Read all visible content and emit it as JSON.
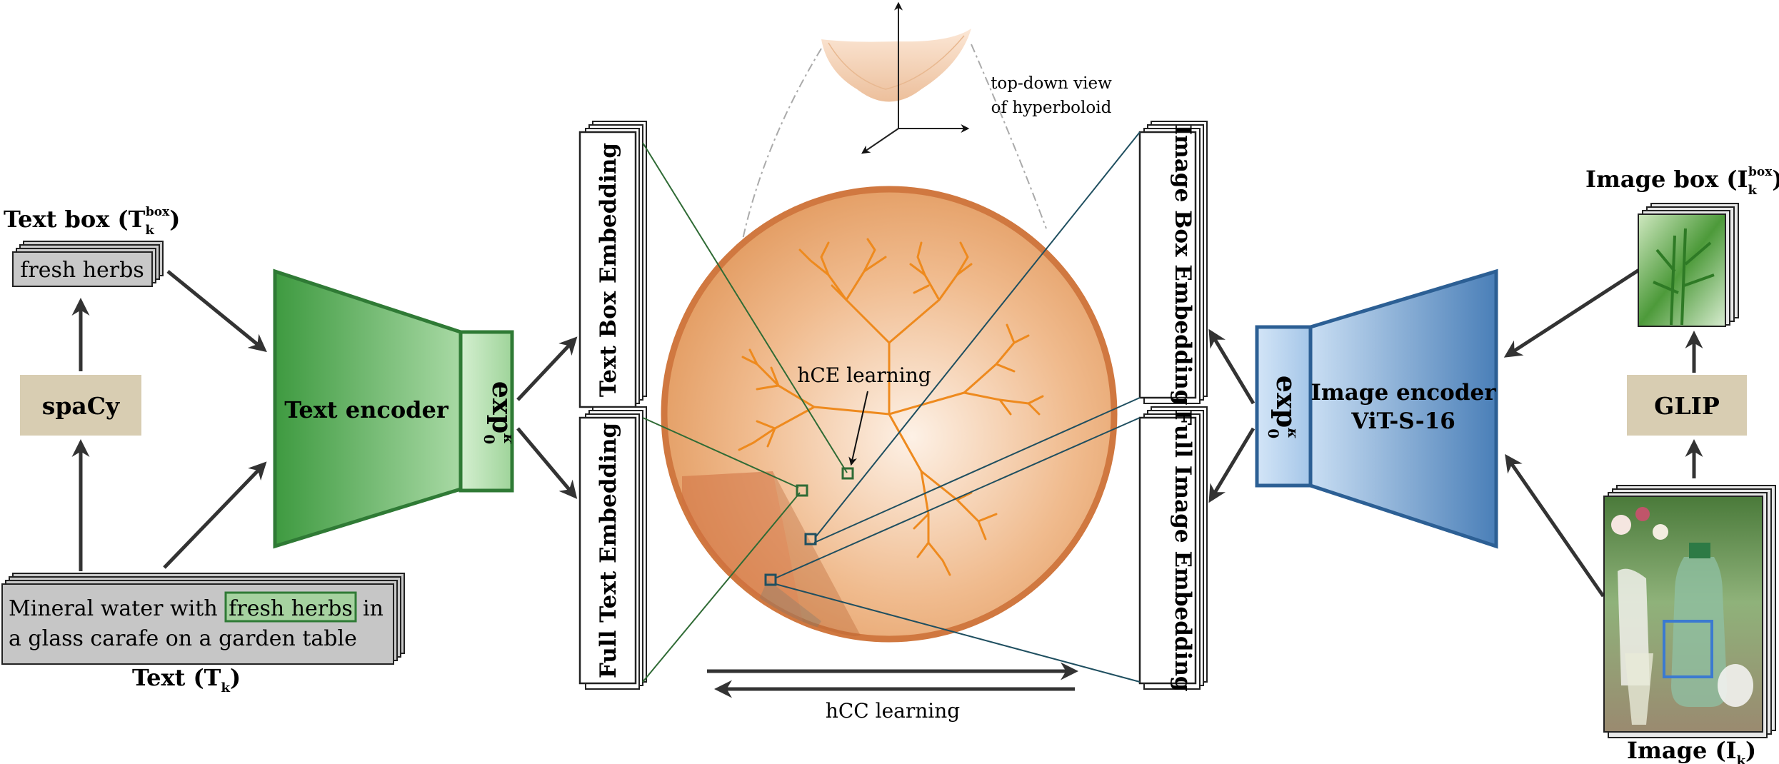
{
  "text_branch": {
    "text_box_title": "Text box (T",
    "text_box_title_sub": "k",
    "text_box_title_sup": "box",
    "text_box_title_close": ")",
    "text_box_value": "fresh herbs",
    "parser_label": "spaCy",
    "caption_line1_a": "Mineral water with",
    "caption_highlight": "fresh herbs",
    "caption_line1_b": "in",
    "caption_line2": "a glass carafe on a garden table",
    "text_label": "Text (T",
    "text_label_sub": "k",
    "text_label_close": ")",
    "encoder_label": "Text encoder",
    "exp_label": "exp",
    "exp_sup": "κ",
    "exp_sub": "0"
  },
  "embeddings": {
    "text_box": "Text Box Embedding",
    "full_text": "Full Text Embedding",
    "image_box": "Image Box Embedding",
    "full_image": "Full Image Embedding"
  },
  "center": {
    "hce_label": "hCE learning",
    "hcc_label": "hCC learning",
    "hyperboloid_line1": "top-down view",
    "hyperboloid_line2": "of hyperboloid"
  },
  "image_branch": {
    "image_box_title": "Image box (I",
    "image_box_title_sub": "k",
    "image_box_title_sup": "box",
    "image_box_title_close": ")",
    "detector_label": "GLIP",
    "image_label": "Image (I",
    "image_label_sub": "k",
    "image_label_close": ")",
    "encoder_line1": "Image encoder",
    "encoder_line2": "ViT-S-16",
    "exp_label": "exp",
    "exp_sup": "κ",
    "exp_sub": "0"
  },
  "colors": {
    "text_green": "#3f9a3f",
    "image_blue": "#4a7fb8",
    "disk_orange": "#e08a4a",
    "tree_orange": "#ee8a1e",
    "tag_beige": "#d8cdb2",
    "text_line_green": "#2f6b35",
    "image_line_blue": "#1f4f60"
  }
}
